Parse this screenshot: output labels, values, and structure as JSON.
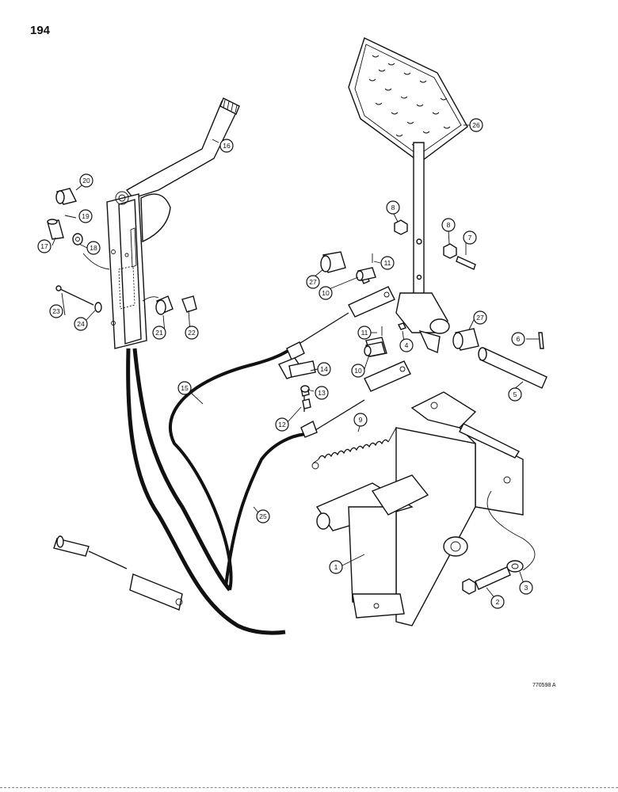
{
  "page": {
    "number": "194",
    "figure_code": "770598 A"
  },
  "callouts": [
    "1",
    "2",
    "3",
    "4",
    "5",
    "6",
    "7",
    "8",
    "8",
    "9",
    "10",
    "10",
    "11",
    "11",
    "12",
    "13",
    "14",
    "15",
    "16",
    "17",
    "18",
    "19",
    "20",
    "21",
    "22",
    "23",
    "24",
    "25",
    "26",
    "27",
    "27"
  ]
}
